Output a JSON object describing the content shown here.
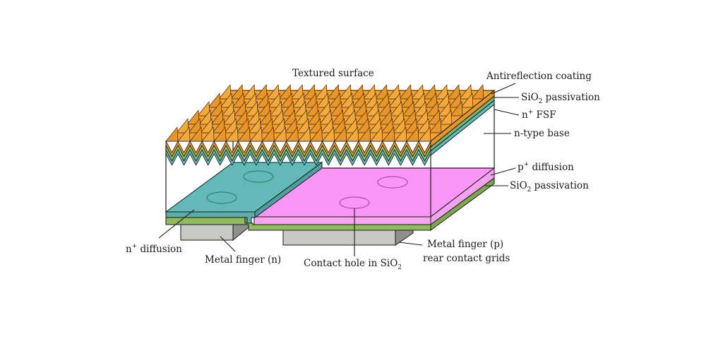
{
  "diagram": {
    "title_hidden": "",
    "colors": {
      "textured": "#f0a030",
      "textured_dark": "#d98a1e",
      "sio2_front": "#8fbf5a",
      "sio2_green": "#7fb069",
      "nfsf": "#5bbcb8",
      "n_diffusion": "#62b9b8",
      "p_diffusion": "#fa96f5",
      "passivation_rear": "#8fbc5e",
      "metal": "#c8c8c4",
      "metal_side": "#8f8f8c",
      "edge": "#1a1a1a"
    },
    "labels": {
      "textured_surface": "Textured surface",
      "antireflection": "Antireflection coating",
      "sio2_passivation_top": {
        "main": "SiO",
        "sub": "2",
        "tail": " passivation"
      },
      "n_fsf": {
        "main": "n",
        "sup": "+",
        "tail": " FSF"
      },
      "n_type_base": "n-type base",
      "p_diffusion": {
        "main": "p",
        "sup": "+",
        "tail": " diffusion"
      },
      "sio2_passivation_rear": {
        "main": "SiO",
        "sub": "2",
        "tail": " passivation"
      },
      "n_diffusion": {
        "main": "n",
        "sup": "+",
        "tail": " diffusion"
      },
      "metal_finger_n": "Metal finger (n)",
      "contact_hole": {
        "main": "Contact hole in SiO",
        "sub": "2"
      },
      "metal_finger_p_line1": "Metal finger (p)",
      "metal_finger_p_line2": "rear contact grids"
    }
  }
}
